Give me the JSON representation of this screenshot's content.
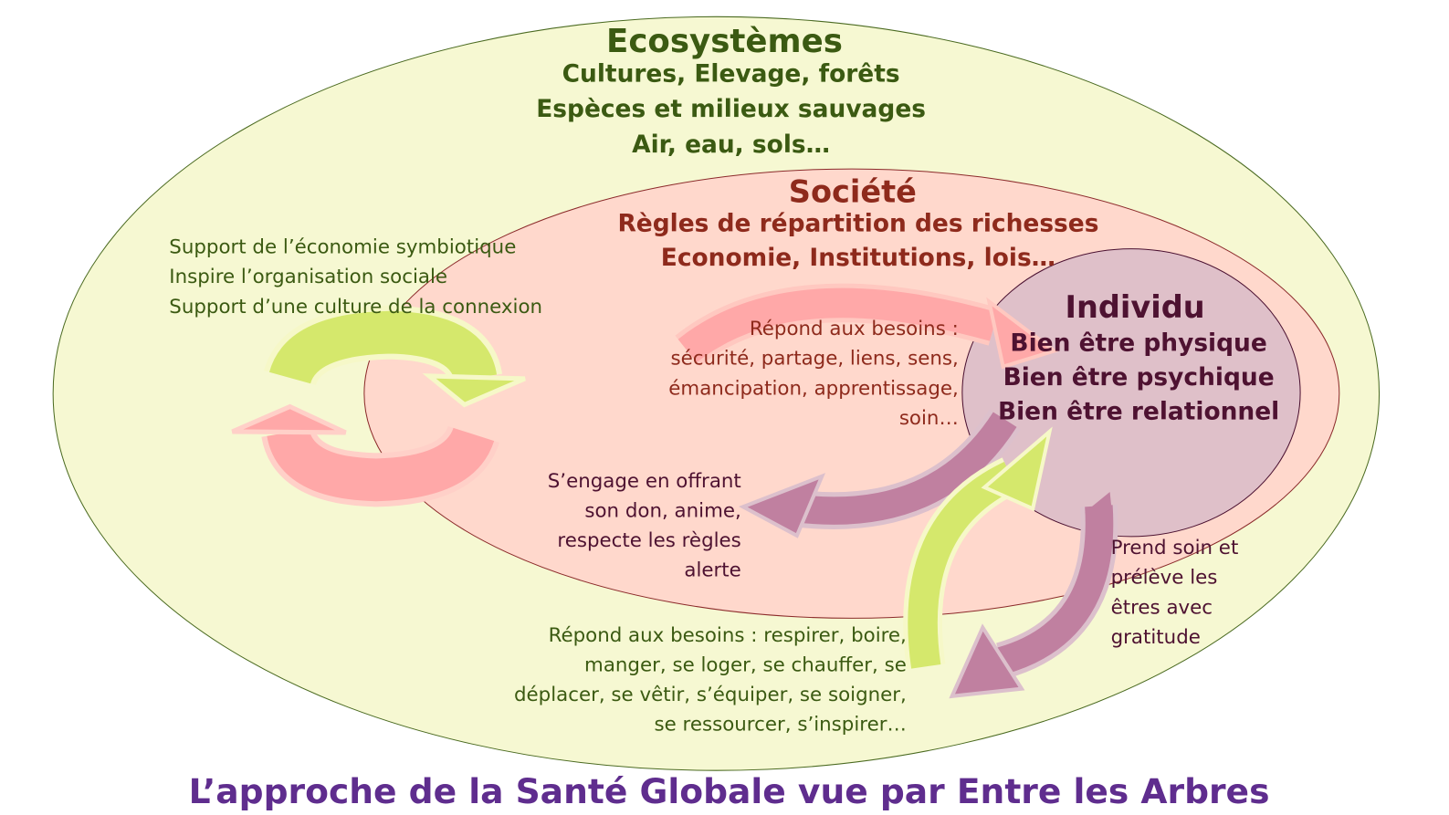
{
  "colors": {
    "ecosystem_fill": "#f6f8d2",
    "society_fill": "#ffd8cc",
    "individual_fill": "#dfc0c9",
    "green_arrow": "#d5e86c",
    "pink_arrow": "#ffa8a8",
    "mauve_arrow": "#c080a0",
    "title": "#5f2d8e"
  },
  "ecosystems": {
    "title": "Ecosystèmes",
    "lines": [
      "Cultures, Elevage, forêts",
      "Espèces et milieux sauvages",
      "Air, eau, sols…"
    ]
  },
  "society": {
    "title": "Société",
    "lines": [
      "Règles de répartition des richesses",
      "Economie, Institutions, lois…"
    ]
  },
  "individual": {
    "title": "Individu",
    "lines": [
      "Bien être physique",
      "Bien être psychique",
      "Bien être relationnel"
    ]
  },
  "ecosystem_to_society": [
    "Support de l’économie symbiotique",
    "Inspire l’organisation sociale",
    "Support d’une culture de la connexion"
  ],
  "society_to_individual": [
    "Répond aux besoins :",
    "sécurité, partage, liens, sens,",
    "émancipation, apprentissage,",
    "soin…"
  ],
  "individual_to_society": [
    "S’engage en offrant",
    "son don, anime,",
    "respecte les règles",
    "alerte"
  ],
  "ecosystem_to_individual": [
    "Répond aux besoins : respirer, boire,",
    "manger, se loger, se chauffer, se",
    "déplacer, se vêtir, s’équiper, se soigner,",
    "se ressourcer, s’inspirer…"
  ],
  "individual_to_ecosystem": [
    "Prend soin et",
    "prélève les",
    "êtres avec",
    "gratitude"
  ],
  "caption": "L’approche de la Santé Globale vue par Entre les Arbres"
}
